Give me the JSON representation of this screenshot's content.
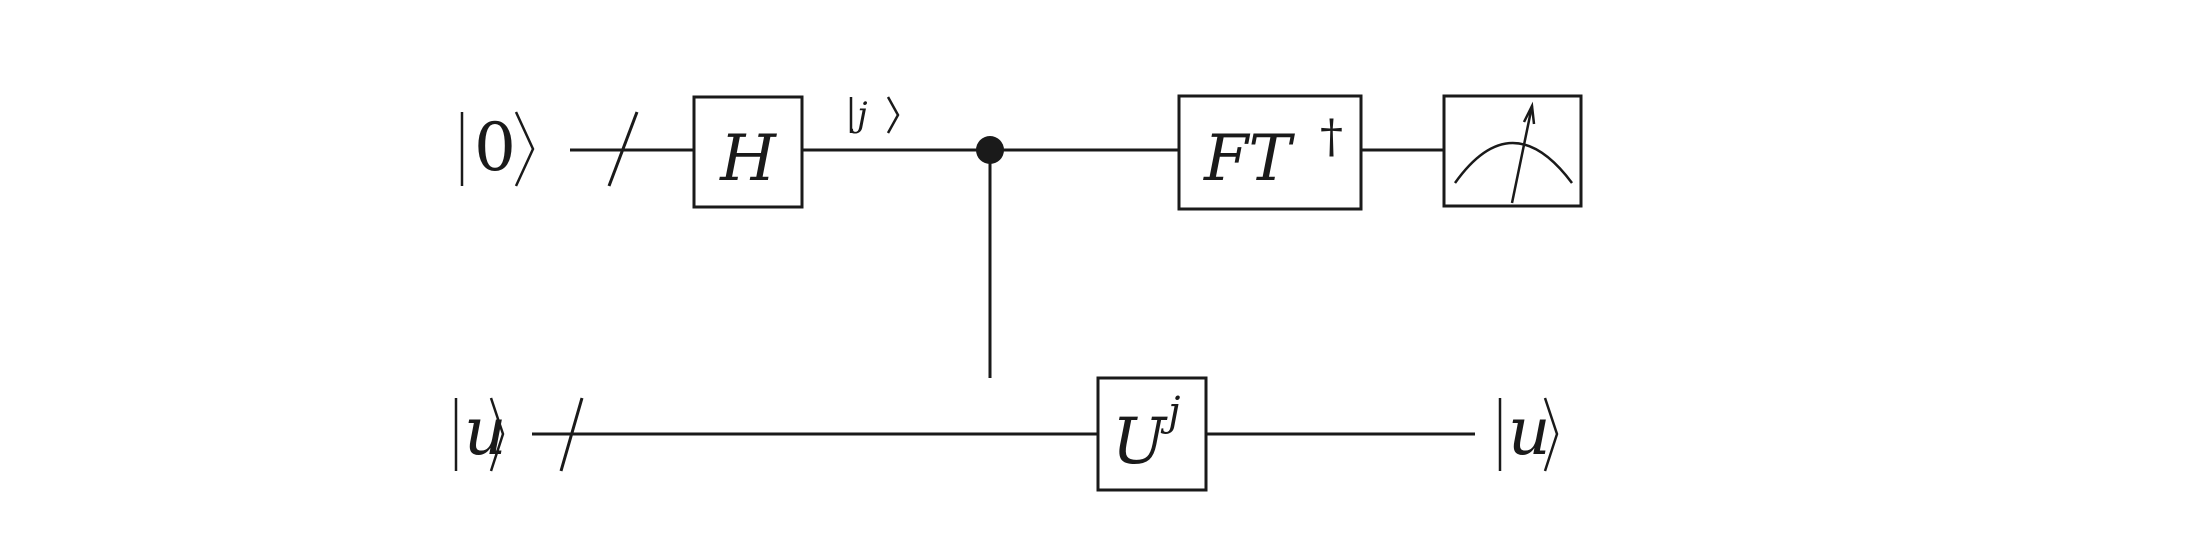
{
  "diagram": {
    "type": "quantum-circuit",
    "title": "Quantum phase estimation circuit",
    "registers": [
      {
        "id": "top",
        "input_label": "|0⟩",
        "input_ket_content": "0",
        "multi_qubit": true,
        "output_label": ""
      },
      {
        "id": "bottom",
        "input_label": "|u⟩",
        "input_ket_content": "u",
        "multi_qubit": true,
        "output_label": "|u⟩",
        "output_ket_content": "u"
      }
    ],
    "gates": [
      {
        "name": "H",
        "register": "top",
        "label": "H"
      },
      {
        "name": "controlled-U",
        "control": "top",
        "target": "bottom",
        "label_base": "U",
        "label_sup": "j"
      },
      {
        "name": "inverse-fourier-transform",
        "register": "top",
        "label_base": "FT",
        "label_sup": "†"
      },
      {
        "name": "measurement",
        "register": "top",
        "label": ""
      }
    ],
    "annotations": [
      {
        "register": "top",
        "after_gate": "H",
        "label": "|j⟩",
        "ket_content": "j"
      }
    ]
  },
  "text": {
    "ket_open": "|",
    "ket_close": "⟩",
    "top_input": "0",
    "bottom_input": "u",
    "bottom_output": "u",
    "state_after_h": "j",
    "h_label": "H",
    "u_base": "U",
    "u_sup": "j",
    "ft_base": "FT",
    "ft_sup": "†"
  }
}
